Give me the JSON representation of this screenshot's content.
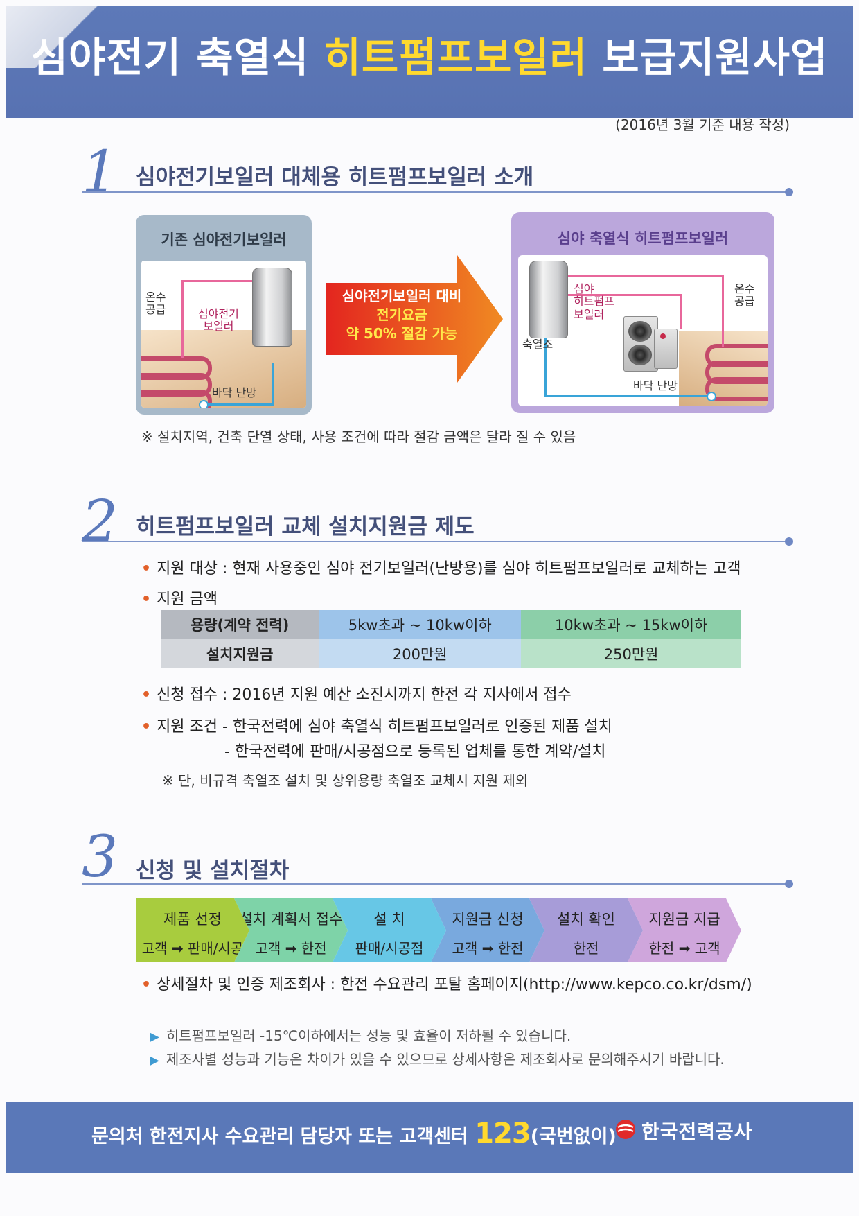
{
  "header": {
    "title_pre": "심야전기 축열식 ",
    "title_highlight": "히트펌프보일러",
    "title_post": " 보급지원사업",
    "date_note": "(2016년 3월 기준 내용 작성)"
  },
  "section1": {
    "number": "1",
    "title": "심야전기보일러 대체용 히트펌프보일러 소개",
    "left_panel": {
      "title": "기존 심야전기보일러",
      "supply_label": [
        "온수",
        "공급"
      ],
      "boiler_label": [
        "심야전기",
        "보일러"
      ],
      "floor_label": "바닥 난방"
    },
    "arrow": {
      "line1": "심야전기보일러 대비",
      "line2": "전기요금",
      "line3": "약 50% 절감 가능"
    },
    "right_panel": {
      "title": "심야 축열식 히트펌프보일러",
      "hp_label": [
        "심야",
        "히트펌프",
        "보일러"
      ],
      "tank_label": "축열조",
      "supply_label": [
        "온수",
        "공급"
      ],
      "floor_label": "바닥 난방"
    },
    "note": "※ 설치지역, 건축 단열 상태, 사용 조건에 따라 절감 금액은 달라 질 수 있음"
  },
  "section2": {
    "number": "2",
    "title": "히트펌프보일러 교체 설치지원금 제도",
    "target": "지원 대상 : 현재 사용중인 심야 전기보일러(난방용)를 심야 히트펌프보일러로 교체하는 고객",
    "amount_label": "지원 금액",
    "table": {
      "row1": [
        "용량(계약 전력)",
        "5kw초과 ~ 10kw이하",
        "10kw초과 ~ 15kw이하"
      ],
      "row2": [
        "설치지원금",
        "200만원",
        "250만원"
      ]
    },
    "apply": "신청 접수 : 2016년 지원 예산 소진시까지 한전 각 지사에서 접수",
    "condition1": "지원 조건 - 한국전력에 심야 축열식 히트펌프보일러로 인증된 제품 설치",
    "condition2": "- 한국전력에 판매/시공점으로 등록된 업체를 통한 계약/설치",
    "exception": "※ 단, 비규격 축열조 설치 및 상위용량 축열조 교체시 지원 제외"
  },
  "section3": {
    "number": "3",
    "title": "신청 및 설치절차",
    "steps": [
      {
        "title": "제품 선정",
        "sub": "고객 ➡ 판매/시공점",
        "color": "#a8cc3e"
      },
      {
        "title": "설치 계획서 접수",
        "sub": "고객 ➡ 한전",
        "color": "#7ed3a8"
      },
      {
        "title": "설 치",
        "sub": "판매/시공점",
        "color": "#67c7e6"
      },
      {
        "title": "지원금 신청",
        "sub": "고객 ➡ 한전",
        "color": "#79a9de"
      },
      {
        "title": "설치 확인",
        "sub": "한전",
        "color": "#a79cd8"
      },
      {
        "title": "지원금 지급",
        "sub": "한전 ➡ 고객",
        "color": "#cfa6dc"
      }
    ],
    "detail": "상세절차 및 인증 제조회사 : 한전 수요관리 포탈 홈페이지(http://www.kepco.co.kr/dsm/)",
    "notices": [
      "히트펌프보일러 -15℃이하에서는 성능 및 효율이 저하될 수 있습니다.",
      "제조사별 성능과 기능은 차이가 있을 수 있으므로 상세사항은 제조회사로 문의해주시기 바랍니다."
    ]
  },
  "footer": {
    "text_pre": "문의처  한전지사 수요관리 담당자 또는 고객센터 ",
    "number": "123",
    "text_post": "(국번없이)",
    "company": "한국전력공사"
  }
}
